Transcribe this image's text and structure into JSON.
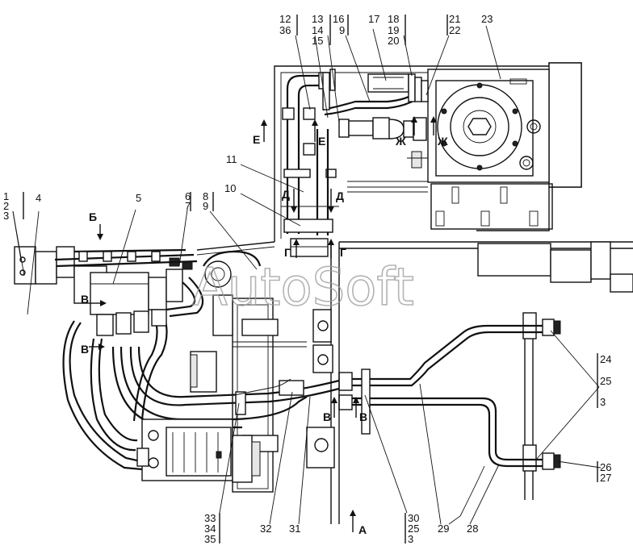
{
  "diagram": {
    "watermark": "AutoSoft",
    "callouts": {
      "c1_2_3": [
        "1",
        "2",
        "3"
      ],
      "c4": "4",
      "c5": "5",
      "c6_7": [
        "6",
        "7"
      ],
      "c8_9": [
        "8",
        "9"
      ],
      "c10": "10",
      "c11": "11",
      "c12_36": [
        "12",
        "36"
      ],
      "c13_14_15": [
        "13",
        "14",
        "15"
      ],
      "c16_9": [
        "16",
        "9"
      ],
      "c17": "17",
      "c18_19_20": [
        "18",
        "19",
        "20"
      ],
      "c21_22": [
        "21",
        "22"
      ],
      "c23": "23",
      "c24_25_3": [
        "24",
        "25",
        "3"
      ],
      "c26_27": [
        "26",
        "27"
      ],
      "c28": "28",
      "c29": "29",
      "c30_25_3": [
        "30",
        "25",
        "3"
      ],
      "c31": "31",
      "c32": "32",
      "c33_34_35": [
        "33",
        "34",
        "35"
      ]
    },
    "sections": {
      "A": "А",
      "B": "Б",
      "V": "В",
      "G": "Г",
      "D": "Д",
      "E": "Е",
      "ZH": "Ж"
    }
  }
}
